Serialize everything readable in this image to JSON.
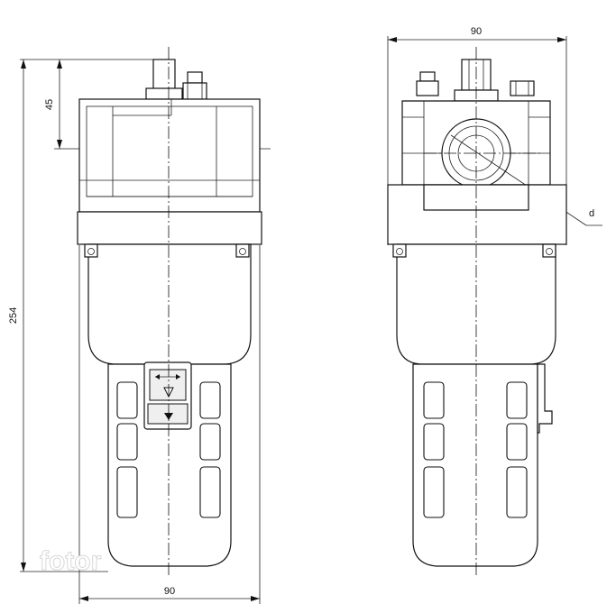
{
  "dimensions": {
    "front_width": "90",
    "side_width": "90",
    "total_height": "254",
    "port_height": "45",
    "port_label": "d"
  },
  "watermark": "fotor"
}
